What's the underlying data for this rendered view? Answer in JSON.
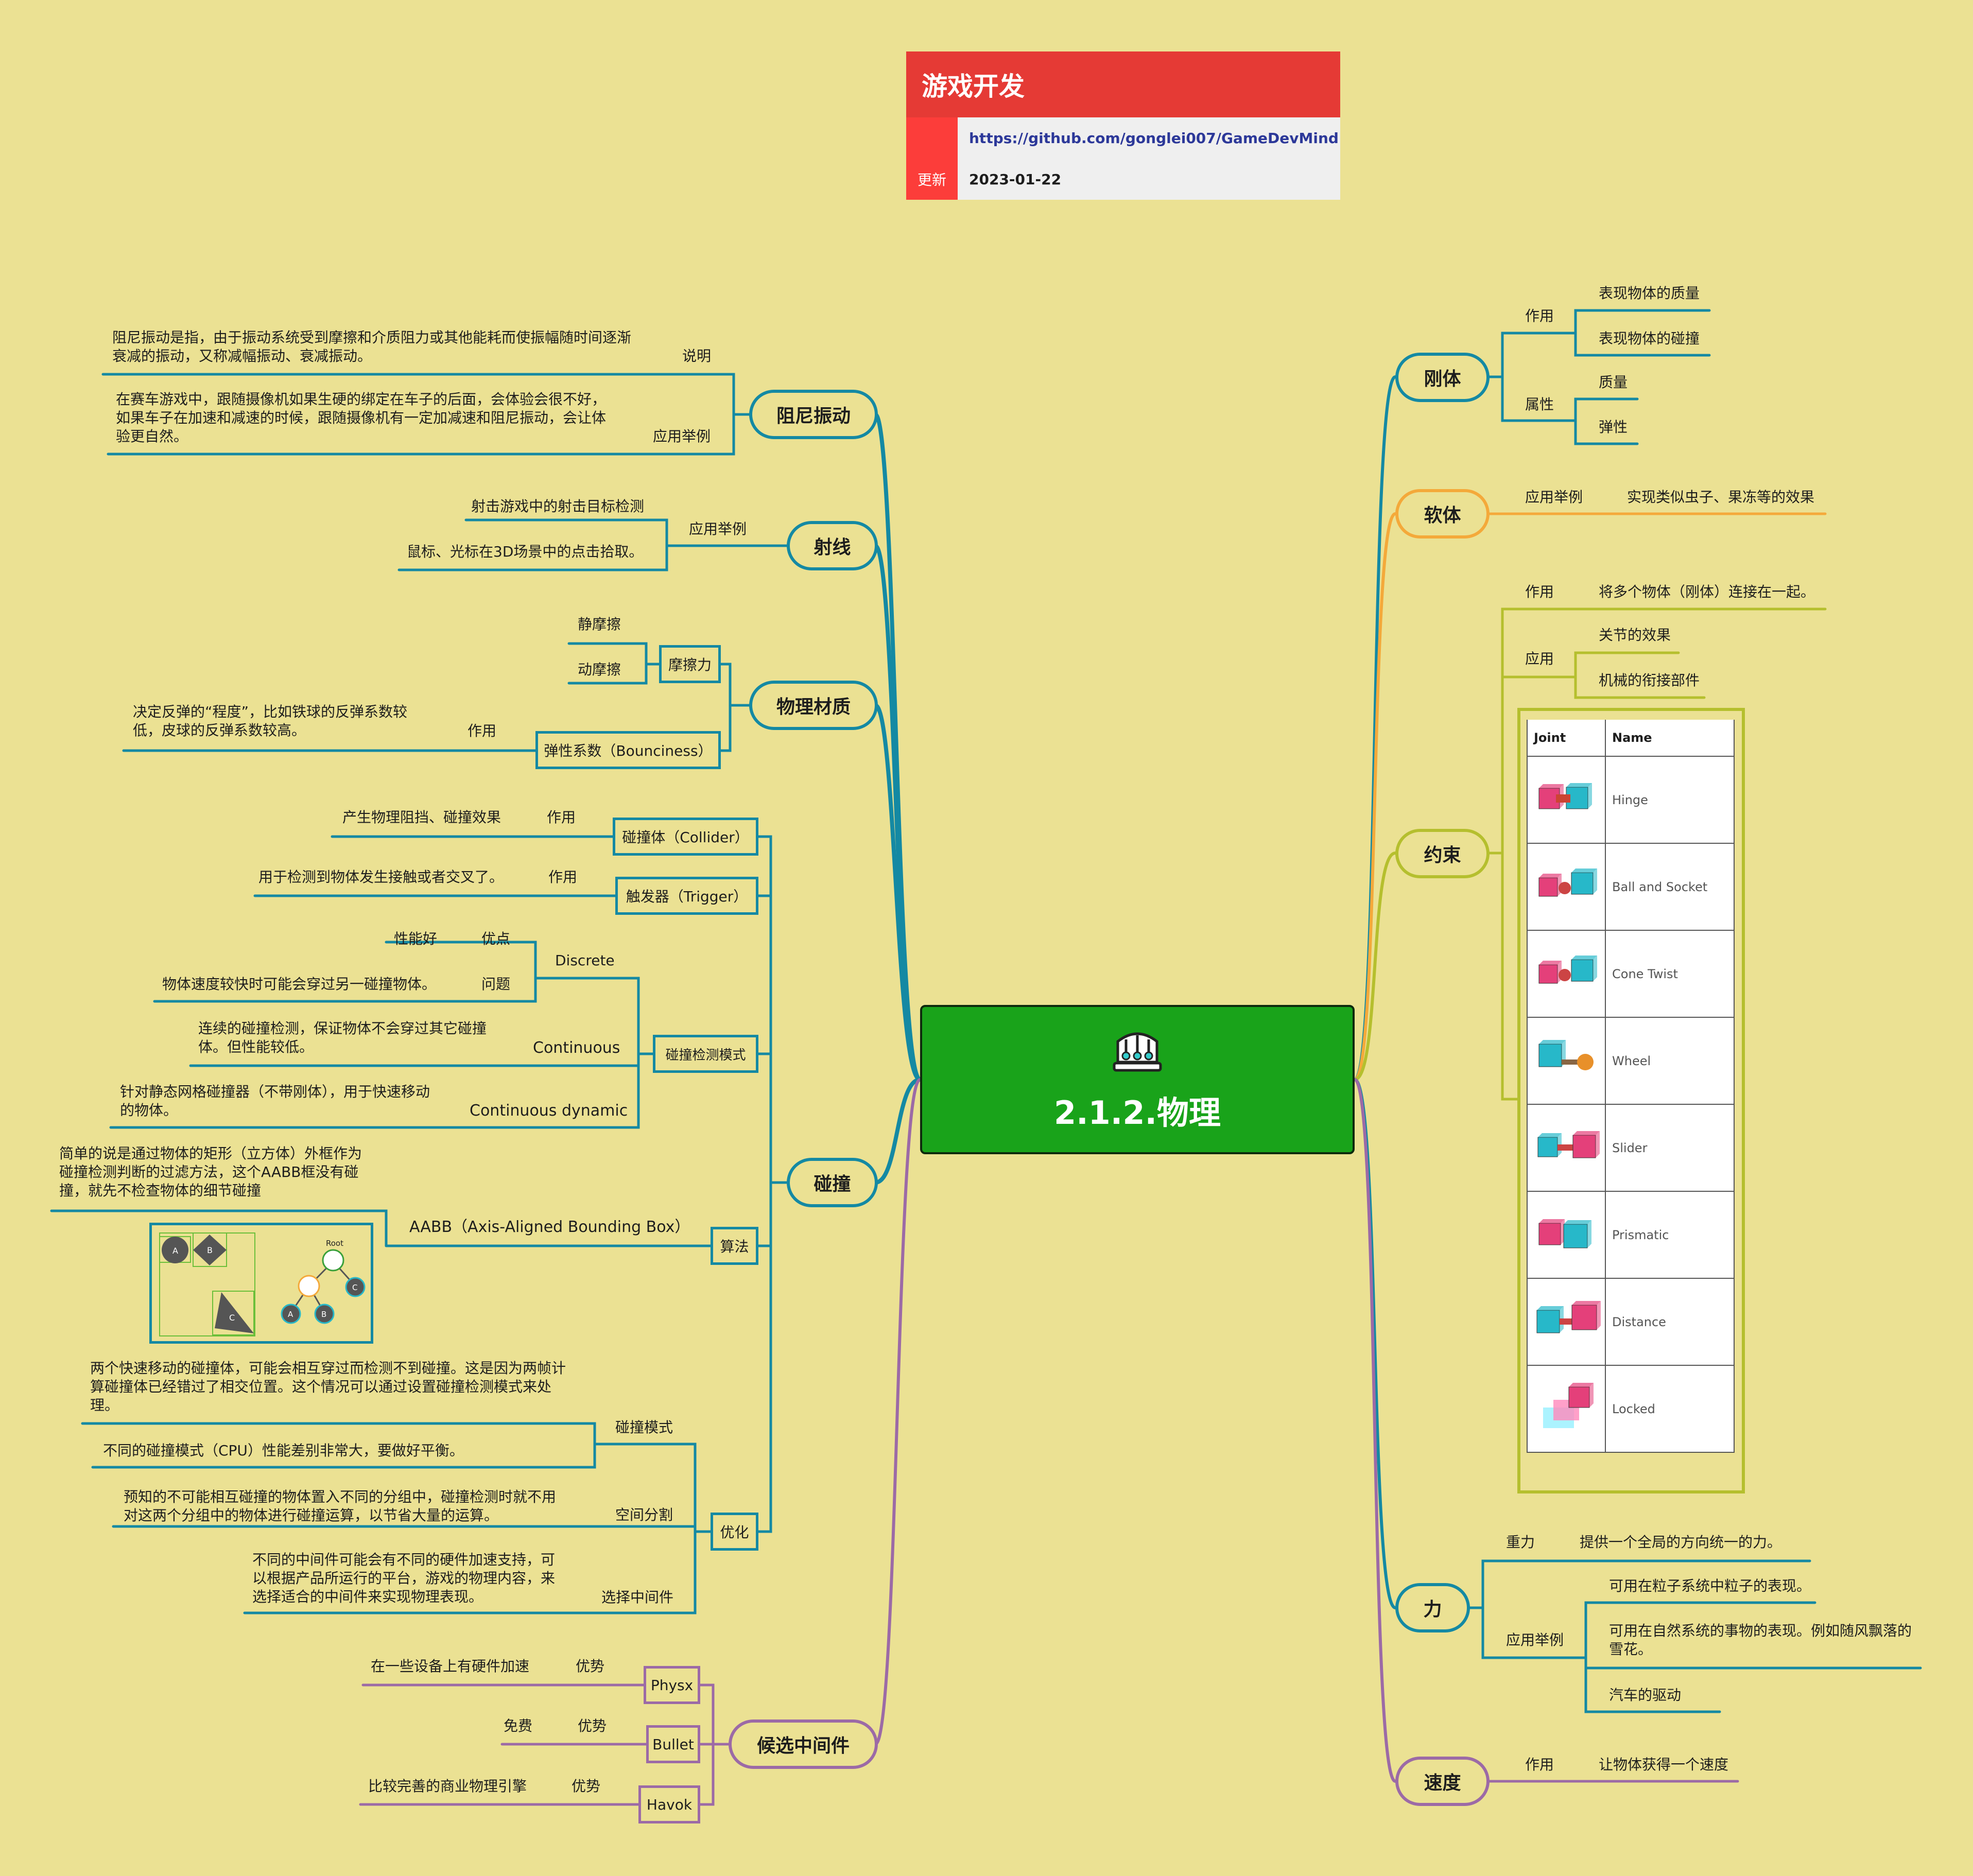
{
  "header": {
    "title": "游戏开发",
    "url": "https://github.com/gonglei007/GameDevMind",
    "updated_label": "更新",
    "updated_date": "2023-01-22"
  },
  "center": {
    "title": "2.1.2.物理",
    "icon": "robot-icon"
  },
  "left": {
    "damping": {
      "title": "阻尼振动",
      "desc_label": "说明",
      "desc": "阻尼振动是指，由于振动系统受到摩擦和介质阻力或其他能耗而使振幅随时间逐渐衰减的振动，又称减幅振动、衰减振动。",
      "example_label": "应用举例",
      "example": "在赛车游戏中，跟随摄像机如果生硬的绑定在车子的后面，会体验会很不好，如果车子在加速和减速的时候，跟随摄像机有一定加减速和阻尼振动，会让体验更自然。"
    },
    "ray": {
      "title": "射线",
      "example_label": "应用举例",
      "items": [
        "射击游戏中的射击目标检测",
        "鼠标、光标在3D场景中的点击拾取。"
      ]
    },
    "material": {
      "title": "物理材质",
      "friction": "摩擦力",
      "static": "静摩擦",
      "dynamic": "动摩擦",
      "bounce": "弹性系数（Bounciness）",
      "bounce_use": "作用",
      "bounce_desc": "决定反弹的“程度”，比如铁球的反弹系数较低，皮球的反弹系数较高。"
    },
    "collision": {
      "title": "碰撞",
      "collider": "碰撞体（Collider）",
      "collider_use": "作用",
      "collider_desc": "产生物理阻挡、碰撞效果",
      "trigger": "触发器（Trigger）",
      "trigger_use": "作用",
      "trigger_desc": "用于检测到物体发生接触或者交叉了。",
      "mode": "碰撞检测模式",
      "discrete": "Discrete",
      "pro_label": "优点",
      "pro": "性能好",
      "con_label": "问题",
      "con": "物体速度较快时可能会穿过另一碰撞物体。",
      "continuous": "Continuous",
      "continuous_desc": "连续的碰撞检测，保证物体不会穿过其它碰撞体。但性能较低。",
      "cdynamic": "Continuous dynamic",
      "cdynamic_desc": "针对静态网格碰撞器（不带刚体），用于快速移动的物体。",
      "algo": "算法",
      "aabb": "AABB（Axis-Aligned Bounding Box）",
      "aabb_desc": "简单的说是通过物体的矩形（立方体）外框作为碰撞检测判断的过滤方法，这个AABB框没有碰撞，就先不检查物体的细节碰撞",
      "aabb_fig": {
        "root": "Root",
        "a": "A",
        "b": "B",
        "c": "C"
      },
      "opt": "优化",
      "opt_mode": "碰撞模式",
      "opt_mode_desc1": "两个快速移动的碰撞体，可能会相互穿过而检测不到碰撞。这是因为两帧计算碰撞体已经错过了相交位置。这个情况可以通过设置碰撞检测模式来处理。",
      "opt_mode_desc2": "不同的碰撞模式（CPU）性能差别非常大，要做好平衡。",
      "opt_space": "空间分割",
      "opt_space_desc": "预知的不可能相互碰撞的物体置入不同的分组中，碰撞检测时就不用对这两个分组中的物体进行碰撞运算，以节省大量的运算。",
      "opt_mw": "选择中间件",
      "opt_mw_desc": "不同的中间件可能会有不同的硬件加速支持，可以根据产品所运行的平台，游戏的物理内容，来选择适合的中间件来实现物理表现。"
    },
    "middleware": {
      "title": "候选中间件",
      "adv": "优势",
      "items": [
        {
          "name": "Physx",
          "desc": "在一些设备上有硬件加速"
        },
        {
          "name": "Bullet",
          "desc": "免费"
        },
        {
          "name": "Havok",
          "desc": "比较完善的商业物理引擎"
        }
      ]
    }
  },
  "right": {
    "rigid": {
      "title": "刚体",
      "use": "作用",
      "use_items": [
        "表现物体的质量",
        "表现物体的碰撞"
      ],
      "attr": "属性",
      "attr_items": [
        "质量",
        "弹性"
      ]
    },
    "soft": {
      "title": "软体",
      "example_label": "应用举例",
      "example": "实现类似虫子、果冻等的效果"
    },
    "joint": {
      "title": "约束",
      "use": "作用",
      "use_desc": "将多个物体（刚体）连接在一起。",
      "app": "应用",
      "app_items": [
        "关节的效果",
        "机械的衔接部件"
      ],
      "table_headers": [
        "Joint",
        "Name"
      ],
      "table_rows": [
        "Hinge",
        "Ball and Socket",
        "Cone Twist",
        "Wheel",
        "Slider",
        "Prismatic",
        "Distance",
        "Locked"
      ]
    },
    "force": {
      "title": "力",
      "gravity": "重力",
      "gravity_desc": "提供一个全局的方向统一的力。",
      "example_label": "应用举例",
      "examples": [
        "可用在粒子系统中粒子的表现。",
        "可用在自然系统的事物的表现。例如随风飘落的雪花。",
        "汽车的驱动"
      ]
    },
    "velocity": {
      "title": "速度",
      "use": "作用",
      "desc": "让物体获得一个速度"
    }
  },
  "colors": {
    "background": "#ebe193",
    "teal": "#1489a3",
    "orange": "#f4a93a",
    "olive": "#b5bf2e",
    "purple": "#9c6aa6",
    "center": "#19a31a",
    "header_red": "#e53a35",
    "joint_pink": "#e4407a",
    "joint_cyan": "#27b8c9"
  }
}
